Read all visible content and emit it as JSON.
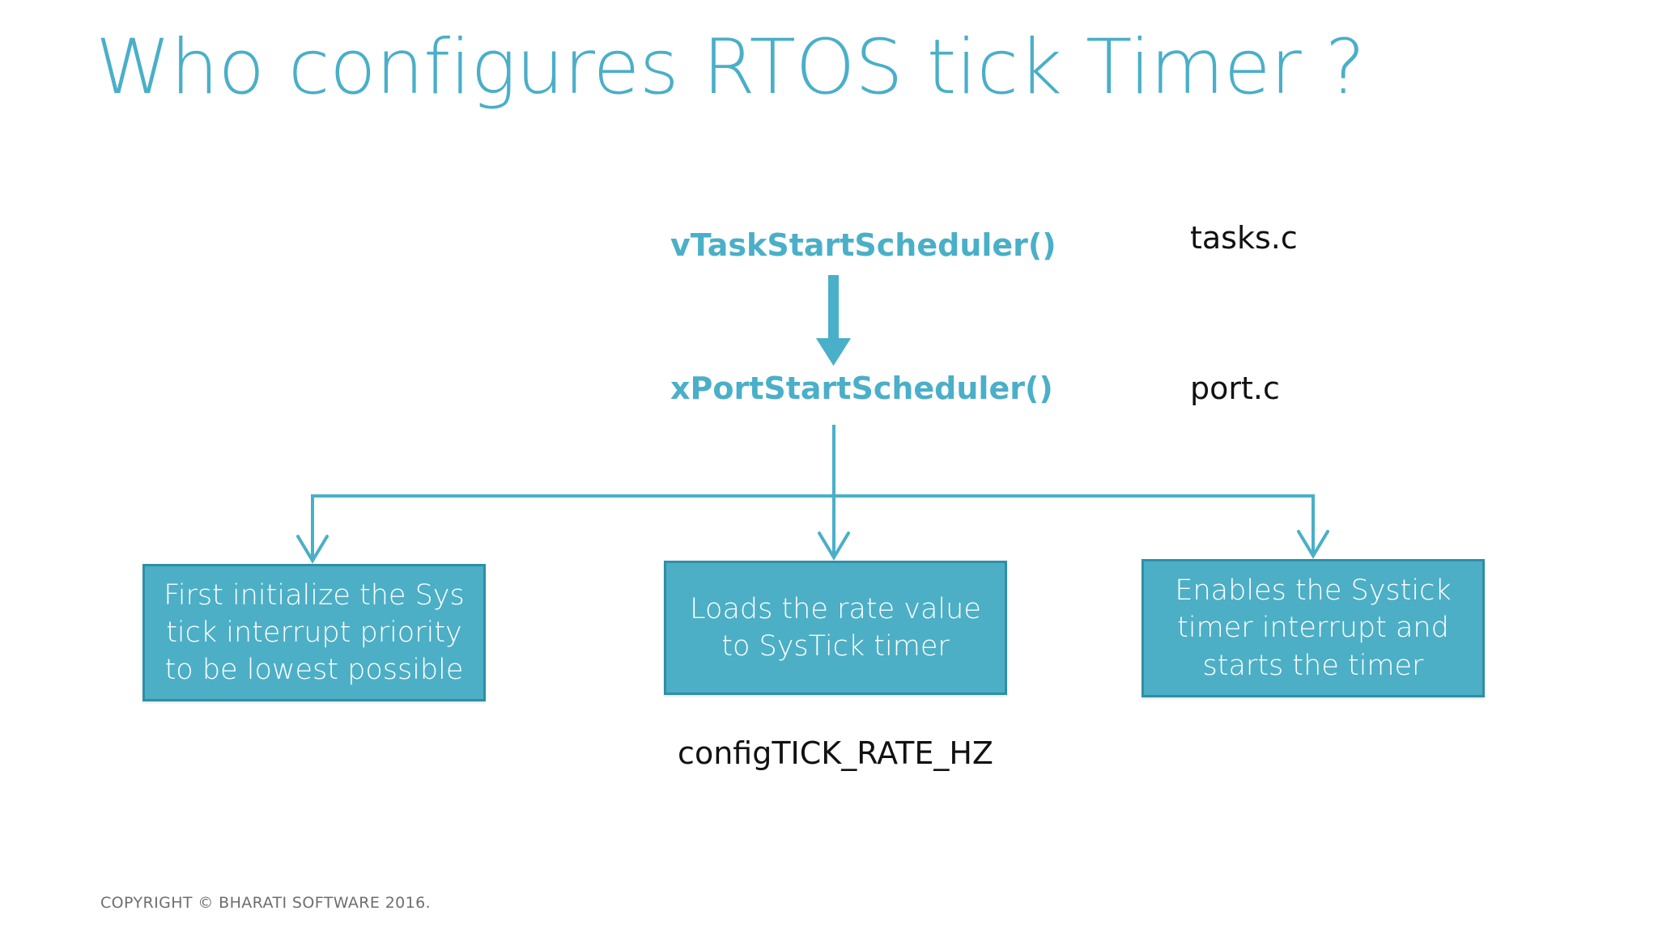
{
  "slide": {
    "title": "Who configures RTOS tick Timer ?",
    "background_color": "#ffffff",
    "accent_color": "#4AAFC8",
    "box_fill_color": "#4CAFC6",
    "box_border_color": "#2F8FA6",
    "box_text_color": "#ffffff"
  },
  "flow": {
    "nodes": [
      {
        "id": "vtask",
        "label": "vTaskStartScheduler()",
        "file": "tasks.c"
      },
      {
        "id": "xport",
        "label": "xPortStartScheduler()",
        "file": "port.c"
      }
    ],
    "actions": [
      {
        "id": "box-1",
        "text": "First initialize the Sys tick interrupt priority to be lowest possible"
      },
      {
        "id": "box-2",
        "text": "Loads the rate value to SysTick timer"
      },
      {
        "id": "box-3",
        "text": "Enables the Systick timer interrupt and starts the timer"
      }
    ],
    "macro_label": "configTICK_RATE_HZ"
  },
  "footer": {
    "copyright": "COPYRIGHT © BHARATI SOFTWARE 2016."
  }
}
